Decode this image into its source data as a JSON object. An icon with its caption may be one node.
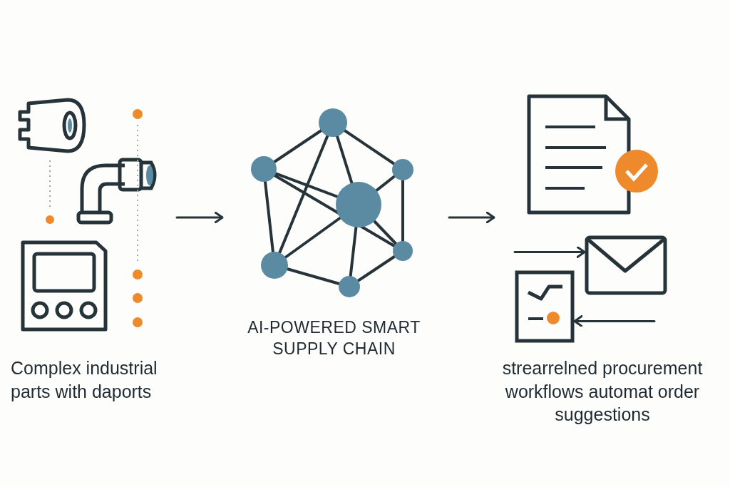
{
  "diagram": {
    "nodes": [
      {
        "text": [
          "Complex industrial parts with daports"
        ]
      },
      {
        "text": [
          "AI-POWERED SMART SUPPLY CHAIN"
        ]
      },
      {
        "text": [],
        "shape": "picture"
      },
      {
        "text": [],
        "shape": "picture"
      },
      {
        "text": [],
        "shape": "picture"
      }
    ],
    "edges": [
      {
        "from": 0,
        "to": 1,
        "arrow": "to"
      },
      {
        "from": 1,
        "to": 2,
        "arrow": "to"
      },
      {
        "from": null,
        "to": 3,
        "arrow": "to"
      },
      {
        "from": null,
        "to": 4,
        "arrow": "to"
      }
    ],
    "labels": [
      "strearrelned procurement workflows automat order suggestions"
    ]
  }
}
